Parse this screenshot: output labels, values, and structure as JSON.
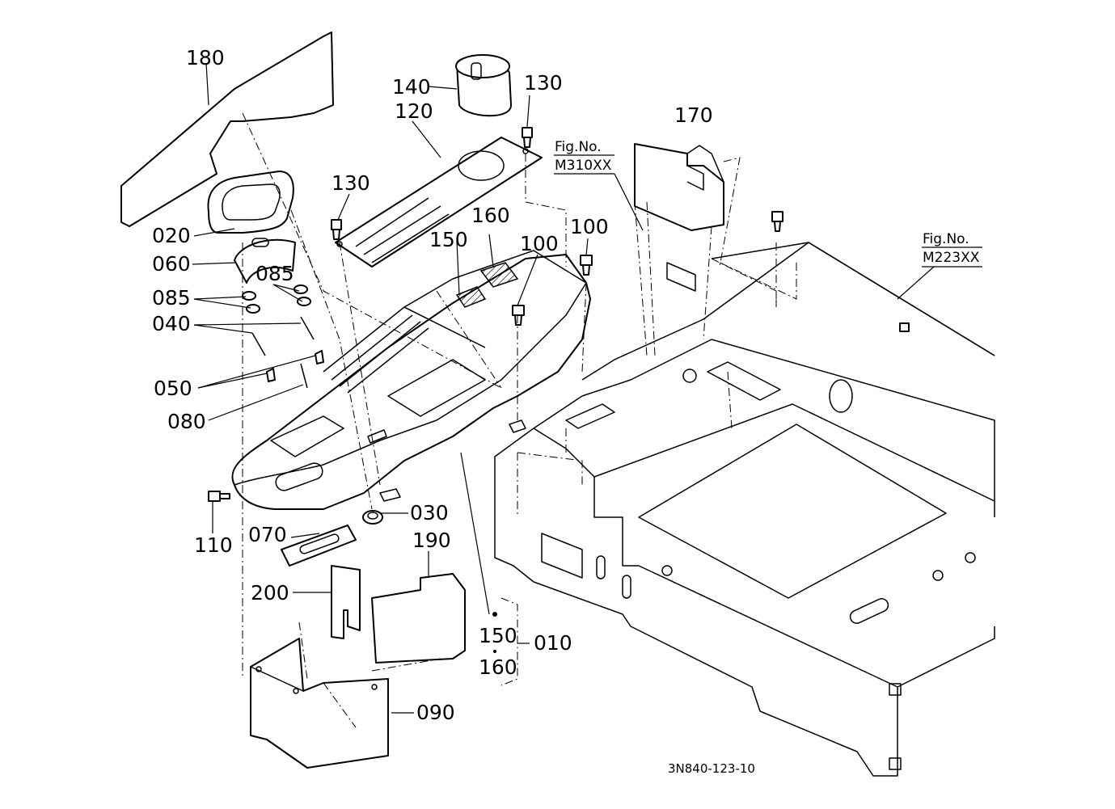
{
  "labels": {
    "p180": "180",
    "p140": "140",
    "p130a": "130",
    "p120": "120",
    "p170": "170",
    "p130b": "130",
    "p020": "020",
    "p060": "060",
    "p085a": "085",
    "p085b": "085",
    "p040": "040",
    "p050": "050",
    "p080": "080",
    "p160a": "160",
    "p150a": "150",
    "p100a": "100",
    "p100b": "100",
    "p110": "110",
    "p030": "030",
    "p070": "070",
    "p190": "190",
    "p200": "200",
    "p150b": "150",
    "p010": "010",
    "p160b": "160",
    "p090": "090"
  },
  "refs": {
    "fig1_title": "Fig.No.",
    "fig1_code": "M310XX",
    "fig2_title": "Fig.No.",
    "fig2_code": "M223XX"
  },
  "drawing_code": "3N840-123-10"
}
